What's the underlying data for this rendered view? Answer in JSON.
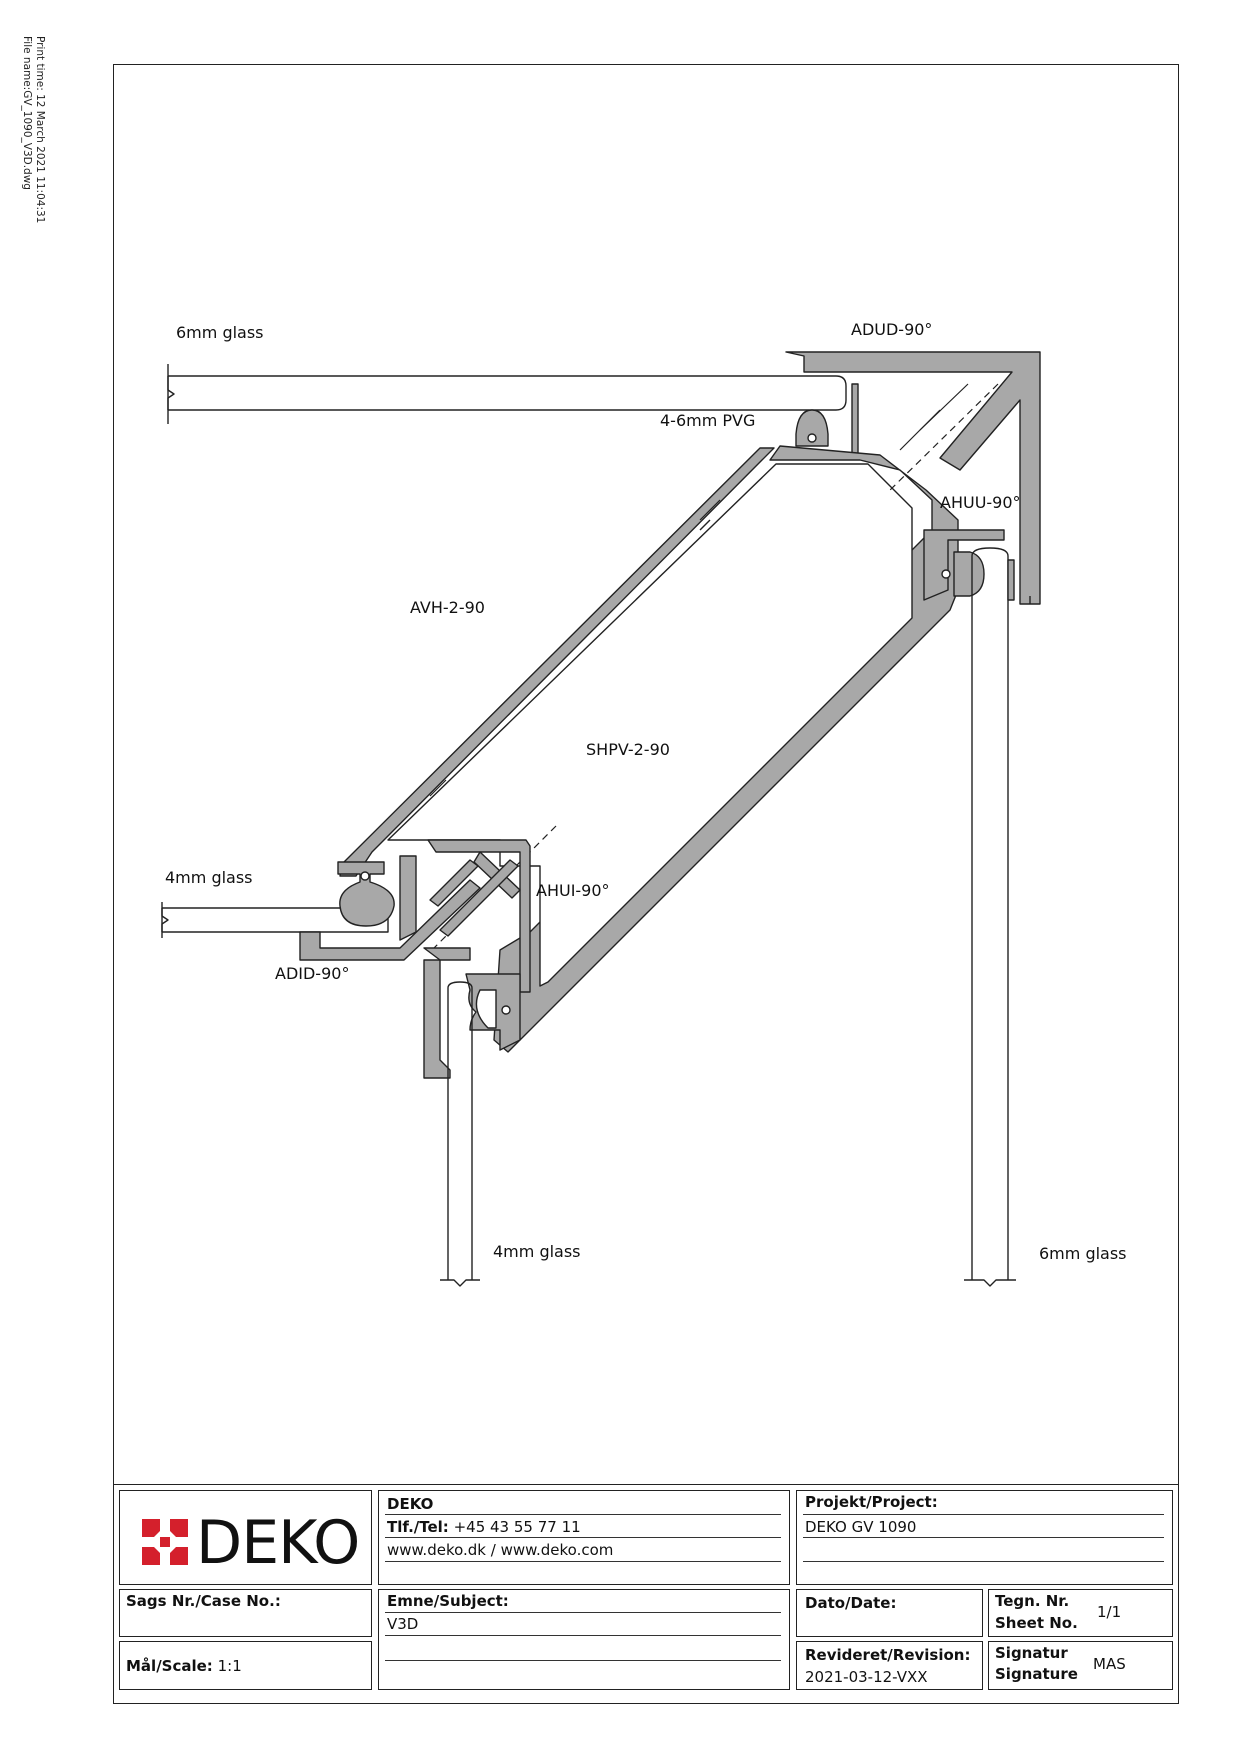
{
  "print_info": {
    "print_time": "Print time: 12 March 2021 11:04:31",
    "file_name": "File name:GV_1090_V3D.dwg"
  },
  "labels": {
    "glass_6mm_top": "6mm glass",
    "adud": "ADUD-90°",
    "pvg": "4-6mm PVG",
    "ahuu": "AHUU-90°",
    "avh": "AVH-2-90",
    "shpv": "SHPV-2-90",
    "glass_4mm_left": "4mm glass",
    "ahui": "AHUI-90°",
    "adid": "ADID-90°",
    "glass_4mm_bottom": "4mm glass",
    "glass_6mm_bottom": "6mm glass"
  },
  "title_block": {
    "logo_text": "DEKO",
    "company": "DEKO",
    "tel_label": "Tlf./Tel:",
    "tel_value": "+45 43 55 77 11",
    "web": "www.deko.dk / www.deko.com",
    "project_label": "Projekt/Project:",
    "project_value": "DEKO GV 1090",
    "case_label": "Sags Nr./Case No.:",
    "case_value": "",
    "subject_label": "Emne/Subject:",
    "subject_value": "V3D",
    "date_label": "Dato/Date:",
    "date_value": "",
    "sheet_label_1": "Tegn. Nr.",
    "sheet_label_2": "Sheet No.",
    "sheet_value": "1/1",
    "scale_label": "Mål/Scale:",
    "scale_value": "1:1",
    "revision_label": "Revideret/Revision:",
    "revision_value": "2021-03-12-VXX",
    "signature_label_1": "Signatur",
    "signature_label_2": "Signature",
    "signature_value": "MAS"
  },
  "colors": {
    "profile_fill": "#a8a8a8",
    "line": "#222222",
    "logo_red": "#d4202c"
  }
}
